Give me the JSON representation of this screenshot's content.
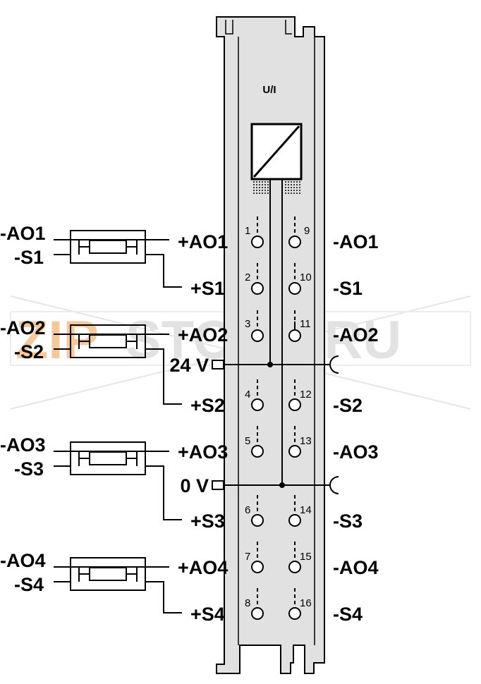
{
  "module": {
    "title": "U/I",
    "body_color": "#e1e1e1",
    "line_color": "#000000"
  },
  "channels": [
    {
      "left_top": "-AO1",
      "left_bottom": "-S1",
      "right_top": "+AO1",
      "right_bottom": "+S1",
      "pin_a": "1",
      "pin_b": "2",
      "pin_c": "9",
      "pin_d": "10",
      "out_top": "-AO1",
      "out_bottom": "-S1"
    },
    {
      "left_top": "-AO2",
      "left_bottom": "-S2",
      "right_top": "+AO2",
      "right_bottom": "+S2",
      "pin_a": "3",
      "pin_b": "4",
      "pin_c": "11",
      "pin_d": "12",
      "out_top": "-AO2",
      "out_bottom": "-S2"
    },
    {
      "left_top": "-AO3",
      "left_bottom": "-S3",
      "right_top": "+AO3",
      "right_bottom": "+S3",
      "pin_a": "5",
      "pin_b": "6",
      "pin_c": "13",
      "pin_d": "14",
      "out_top": "-AO3",
      "out_bottom": "-S3"
    },
    {
      "left_top": "-AO4",
      "left_bottom": "-S4",
      "right_top": "+AO4",
      "right_bottom": "+S4",
      "pin_a": "7",
      "pin_b": "8",
      "pin_c": "15",
      "pin_d": "16",
      "out_top": "-AO4",
      "out_bottom": "-S4"
    }
  ],
  "power": {
    "v24_label": "24 V",
    "v0_label": "0 V"
  },
  "watermark": {
    "text_zip": "ZIP",
    "text_rest": "STORE.RU",
    "color_zip": "#f4b77a",
    "color_rest": "#d9d9d9"
  }
}
